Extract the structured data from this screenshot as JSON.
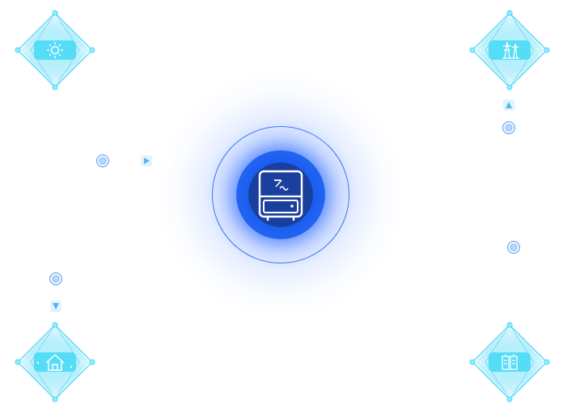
{
  "diagram": {
    "center": {
      "icon": "inverter-icon"
    },
    "nodes": [
      {
        "id": "pv",
        "icon": "sun-icon"
      },
      {
        "id": "grid",
        "icon": "power-tower-icon"
      },
      {
        "id": "home",
        "icon": "house-icon"
      },
      {
        "id": "battery",
        "icon": "battery-icon"
      }
    ],
    "connectors": [
      {
        "id": "pv-flow",
        "marker": "dot-node-icon",
        "arrow": "arrow-right-icon"
      },
      {
        "id": "grid-flow",
        "marker": "dot-node-icon",
        "arrow": "arrow-up-icon"
      },
      {
        "id": "home-flow",
        "marker": "dot-node-icon",
        "arrow": "arrow-down-icon"
      },
      {
        "id": "battery-flow",
        "marker": "dot-node-icon"
      }
    ],
    "colors": {
      "accent": "#3fd6f5",
      "node_fill": "#7fe6fb",
      "center_blue": "#1c5ff0",
      "center_dark": "#1a3f9c",
      "ring": "#3a78f2"
    }
  }
}
